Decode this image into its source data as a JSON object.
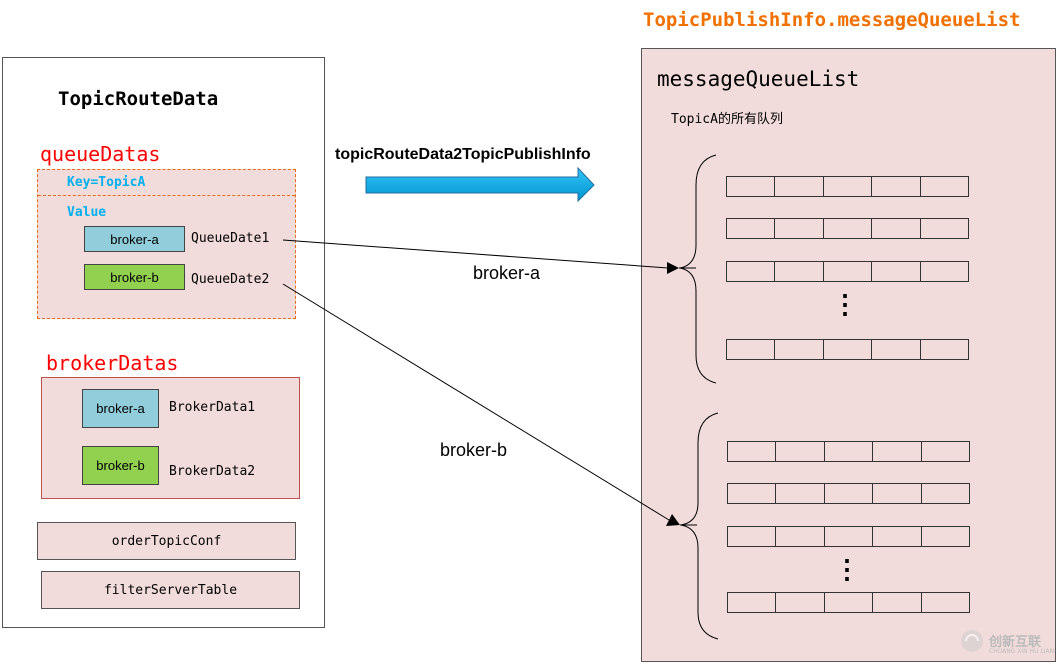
{
  "left": {
    "title": "TopicRouteData",
    "queueDatas": {
      "label": "queueDatas",
      "key_label": "Key=TopicA",
      "value_label": "Value",
      "items": [
        {
          "chip": "broker-a",
          "name": "QueueDate1"
        },
        {
          "chip": "broker-b",
          "name": "QueueDate2"
        }
      ]
    },
    "brokerDatas": {
      "label": "brokerDatas",
      "items": [
        {
          "chip": "broker-a",
          "name": "BrokerData1"
        },
        {
          "chip": "broker-b",
          "name": "BrokerData2"
        }
      ]
    },
    "orderTopicConf": "orderTopicConf",
    "filterServerTable": "filterServerTable"
  },
  "middle": {
    "arrow_label": "topicRouteData2TopicPublishInfo",
    "line_a_label": "broker-a",
    "line_b_label": "broker-b"
  },
  "right": {
    "header": "TopicPublishInfo.messageQueueList",
    "title": "messageQueueList",
    "subtitle": "TopicA的所有队列",
    "ellipsis": "⋮"
  },
  "watermark": {
    "text": "创新互联",
    "subtext": "CHUANG XIN HU LIAN"
  },
  "colors": {
    "queue_key": "#00b0f0",
    "red_label": "#ff0000",
    "header_orange": "#f07000",
    "arrow_fill": "#00b0f0",
    "chip_a": "#92cddc",
    "chip_b": "#92d050",
    "panel_fill": "#f2dcdb"
  }
}
